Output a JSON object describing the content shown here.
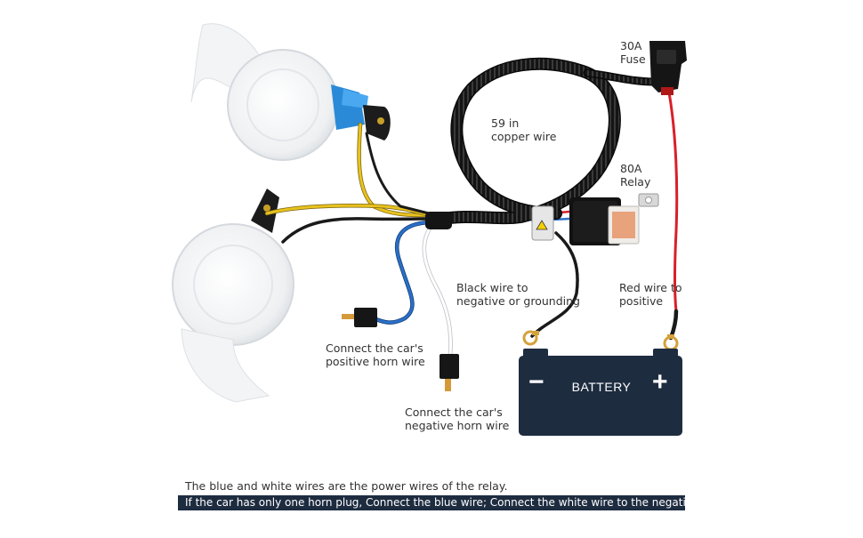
{
  "labels": {
    "fuse": [
      "30A",
      "Fuse"
    ],
    "copper": [
      "59 in",
      "copper wire"
    ],
    "relay": [
      "80A",
      "Relay"
    ],
    "black": [
      "Black wire to",
      "negative or grounding"
    ],
    "red": [
      "Red wire to",
      "positive"
    ],
    "positive_horn": [
      "Connect the car's",
      "positive horn wire"
    ],
    "negative_horn": [
      "Connect the car's",
      "negative horn wire"
    ]
  },
  "battery": {
    "label": "BATTERY",
    "minus": "−",
    "plus": "+"
  },
  "captions": {
    "line1": "The blue and white wires are the power wires of the relay.",
    "line2": "If the car has only one horn plug, Connect the blue wire; Connect the white wire to the negative or ground."
  },
  "colors": {
    "harness": "#1a1a1a",
    "yellow_wire": "#e8c21e",
    "blue_wire": "#2a6fc9",
    "red_wire": "#d8202a",
    "battery": "#1e2c40",
    "caption_bar": "#1e2c40"
  }
}
